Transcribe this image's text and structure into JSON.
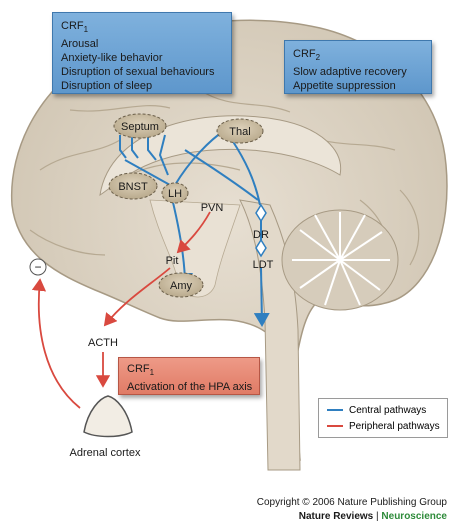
{
  "boxes": {
    "crf1_top": {
      "title": "CRF",
      "sub": "1",
      "lines": [
        "Arousal",
        "Anxiety-like behavior",
        "Disruption of sexual behaviours",
        "Disruption of sleep"
      ]
    },
    "crf2": {
      "title": "CRF",
      "sub": "2",
      "lines": [
        "Slow adaptive recovery",
        "Appetite suppression"
      ]
    },
    "crf1_hpa": {
      "title": "CRF",
      "sub": "1",
      "lines": [
        "Activation of the HPA axis"
      ]
    }
  },
  "nodes": {
    "septum": "Septum",
    "thal": "Thal",
    "bnst": "BNST",
    "lh": "LH",
    "pvn": "PVN",
    "pit": "Pit",
    "amy": "Amy",
    "dr": "DR",
    "ldt": "LDT",
    "acth": "ACTH",
    "adrenal": "Adrenal cortex",
    "minus": "−"
  },
  "legend": {
    "central": "Central pathways",
    "peripheral": "Peripheral pathways"
  },
  "colors": {
    "central": "#2f7fc0",
    "peripheral": "#d9493f",
    "nucleus_fill": "#cdbfa3",
    "brain_fill": "#ddd3c3"
  },
  "credit": {
    "copyright": "Copyright © 2006 Nature Publishing Group",
    "journal": "Nature Reviews",
    "separator": "|",
    "section": "Neuroscience"
  }
}
